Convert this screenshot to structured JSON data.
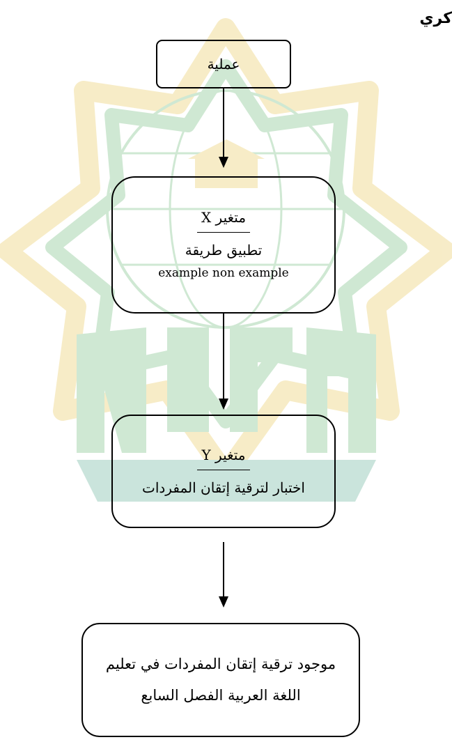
{
  "page": {
    "corner_title": "كري"
  },
  "watermark": {
    "colors": {
      "green": "#a9d6b0",
      "gold": "#f1dd9a",
      "blue_green": "#9fcfc0"
    }
  },
  "flow": {
    "process": "عملية",
    "x_box": {
      "variable": "متغير X",
      "line1": "تطبيق طريقة",
      "line2": "example non example"
    },
    "y_box": {
      "variable": "متغير Y",
      "line1": "اختبار لترقية إتقان المفردات"
    },
    "result": {
      "line1": "موجود ترقية إتقان المفردات في تعليم",
      "line2": "اللغة العربية الفصل السابع"
    }
  }
}
